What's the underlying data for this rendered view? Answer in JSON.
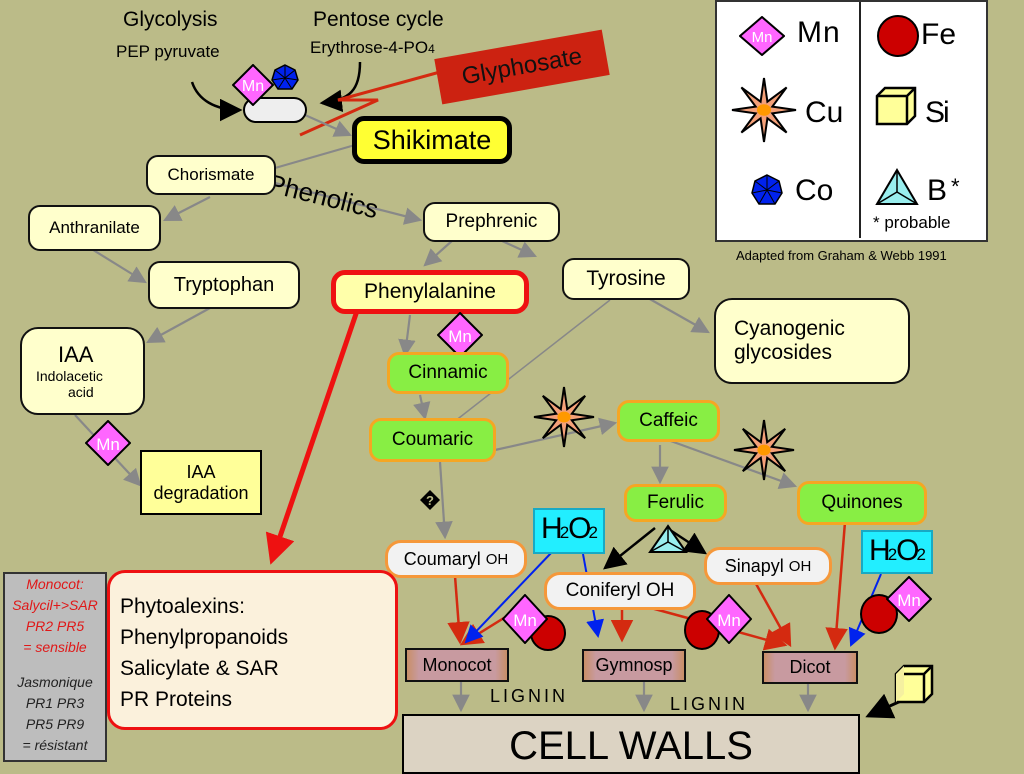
{
  "inputs": {
    "glycolysis": "Glycolysis",
    "pep": "PEP pyruvate",
    "pentose": "Pentose cycle",
    "erythrose": "Erythrose-4-PO",
    "erythrose_sub": "4"
  },
  "inhibitor": "Glyphosate",
  "section_label": "Phenolics",
  "nodes": {
    "shikimate": "Shikimate",
    "chorismate": "Chorismate",
    "anthranilate": "Anthranilate",
    "tryptophan": "Tryptophan",
    "iaa_title": "IAA",
    "iaa_sub1": "Indolacetic",
    "iaa_sub2": "acid",
    "iaa_deg1": "IAA",
    "iaa_deg2": "degradation",
    "prephrenic": "Prephrenic",
    "phenylalanine": "Phenylalanine",
    "tyrosine": "Tyrosine",
    "cyanogenic1": "Cyanogenic",
    "cyanogenic2": "glycosides",
    "cinnamic": "Cinnamic",
    "coumaric": "Coumaric",
    "caffeic": "Caffeic",
    "ferulic": "Ferulic",
    "quinones": "Quinones",
    "coumaryl": "Coumaryl",
    "coniferyl": "Coniferyl OH",
    "sinapyl": "Sinapyl",
    "oh": "OH",
    "unknown_marker": "?",
    "monocot": "Monocot",
    "gymnosp": "Gymnosp",
    "dicot": "Dicot",
    "lignin": "LIGNIN",
    "cell_walls": "CELL WALLS"
  },
  "h2o2": {
    "h": "H",
    "two": "2",
    "o": "O"
  },
  "defense_box": {
    "lines": [
      "Phytoalexins:",
      "Phenylpropanoids",
      "Salicylate  & SAR",
      "PR Proteins"
    ]
  },
  "side_note": {
    "red_lines": [
      "Monocot:",
      "Salycil+>SAR",
      "PR2 PR5",
      "= sensible"
    ],
    "dark_lines": [
      "Jasmonique",
      "PR1 PR3",
      "PR5 PR9",
      "= résistant"
    ]
  },
  "legend": {
    "items": [
      {
        "symbol": "Mn",
        "label": "Mn",
        "icon": "mn-diamond-icon"
      },
      {
        "symbol": "",
        "label": "Cu",
        "icon": "cu-star-icon"
      },
      {
        "symbol": "",
        "label": "Co",
        "icon": "co-heptagon-icon"
      },
      {
        "symbol": "",
        "label": "Fe",
        "icon": "fe-circle-icon"
      },
      {
        "symbol": "",
        "label": "Si",
        "icon": "si-cube-icon"
      },
      {
        "symbol": "",
        "label": "B",
        "icon": "b-pyramid-icon"
      }
    ],
    "b_asterisk": "*",
    "footnote": "* probable",
    "source": "Adapted from Graham & Webb 1991"
  },
  "mn_label": "Mn",
  "colors": {
    "background": "#bbbb88",
    "mn": "#ff66ff",
    "cu": "#f4a078",
    "co": "#0022ee",
    "fe": "#cc0000",
    "si": "#ffff99",
    "b": "#99eeee",
    "shikimate": "#ffff33",
    "glyphosate": "#cc2211",
    "h2o2": "#22eeff"
  }
}
